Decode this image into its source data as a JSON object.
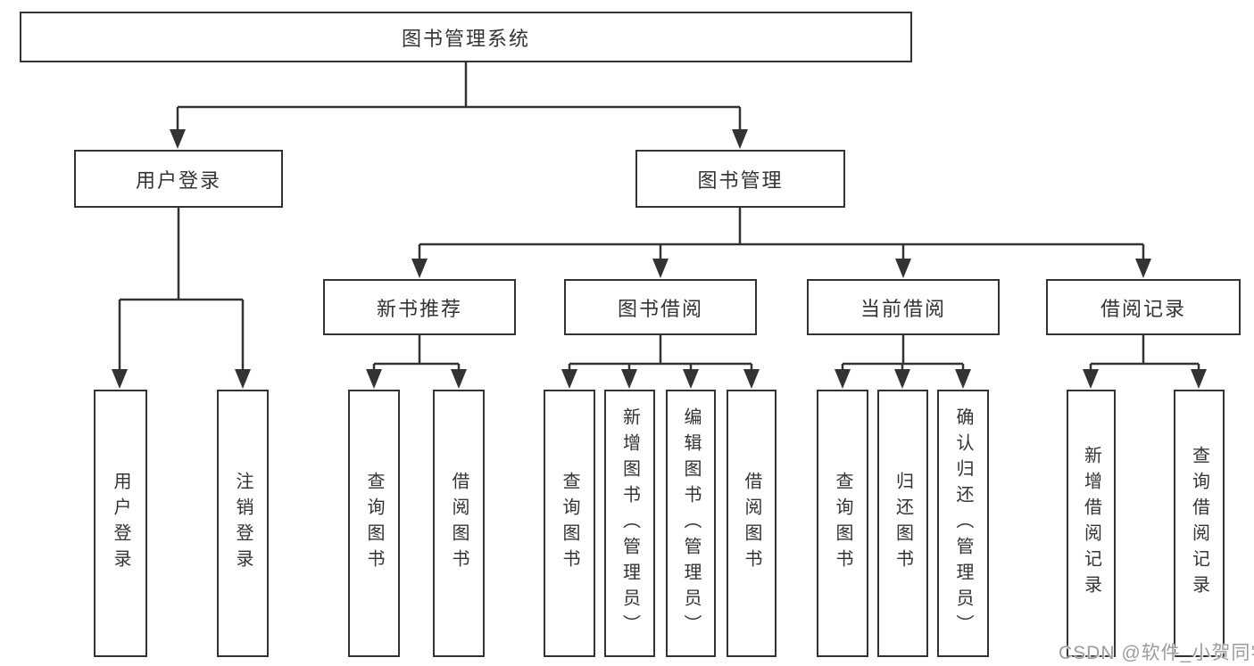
{
  "tree": {
    "label": "图书管理系统",
    "children": [
      {
        "label": "用户登录",
        "children": [
          {
            "label": "用户登录"
          },
          {
            "label": "注销登录"
          }
        ]
      },
      {
        "label": "图书管理",
        "children": [
          {
            "label": "新书推荐",
            "children": [
              {
                "label": "查询图书"
              },
              {
                "label": "借阅图书"
              }
            ]
          },
          {
            "label": "图书借阅",
            "children": [
              {
                "label": "查询图书"
              },
              {
                "label": "新增图书（管理员）"
              },
              {
                "label": "编辑图书（管理员）"
              },
              {
                "label": "借阅图书"
              }
            ]
          },
          {
            "label": "当前借阅",
            "children": [
              {
                "label": "查询图书"
              },
              {
                "label": "归还图书"
              },
              {
                "label": "确认归还（管理员）"
              }
            ]
          },
          {
            "label": "借阅记录",
            "children": [
              {
                "label": "新增借阅记录"
              },
              {
                "label": "查询借阅记录"
              }
            ]
          }
        ]
      }
    ]
  },
  "watermark": {
    "text": "CSDN @软件_小贺同学"
  },
  "colors": {
    "line": "#333333",
    "box_border": "#333333",
    "text": "#333333",
    "watermark": "#9c9c9c",
    "background": "#ffffff"
  }
}
